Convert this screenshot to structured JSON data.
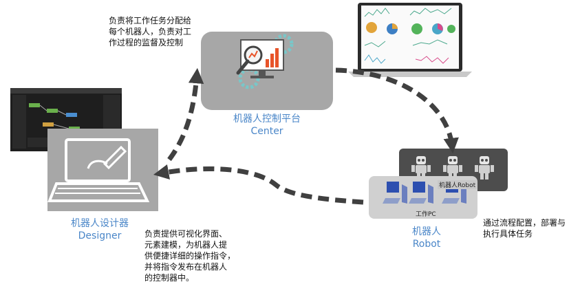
{
  "center": {
    "title_cn": "机器人控制平台",
    "title_en": "Center",
    "description_lines": [
      "负责将工作任务分配给",
      "每个机器人，负责对工",
      "作过程的监督及控制"
    ]
  },
  "designer": {
    "title_cn": "机器人设计器",
    "title_en": "Designer",
    "description_lines": [
      "负责提供可视化界面、",
      "元素建模，为机器人提",
      "供便捷详细的操作指令，",
      "并将指令发布在机器人",
      "的控制器中。"
    ]
  },
  "robot": {
    "title_cn": "机器人",
    "title_en": "Robot",
    "robot_group_label": "机器人Robot",
    "pc_group_label": "工作PC",
    "description_lines": [
      "通过流程配置，部署与",
      "执行具体任务"
    ]
  },
  "colors": {
    "arrow": "#404040",
    "panel_gray": "#a7a7a7",
    "robot_dark": "#4d4d4d",
    "pc_light": "#d0d0d0",
    "label_blue": "#4a86c8",
    "teal": "#79c7c9",
    "orange": "#e8542a"
  },
  "icons": {
    "center": "analytics-monitor-icon",
    "designer": "laptop-design-icon",
    "robot": "robot-icon",
    "pc": "desktop-pc-icon"
  }
}
